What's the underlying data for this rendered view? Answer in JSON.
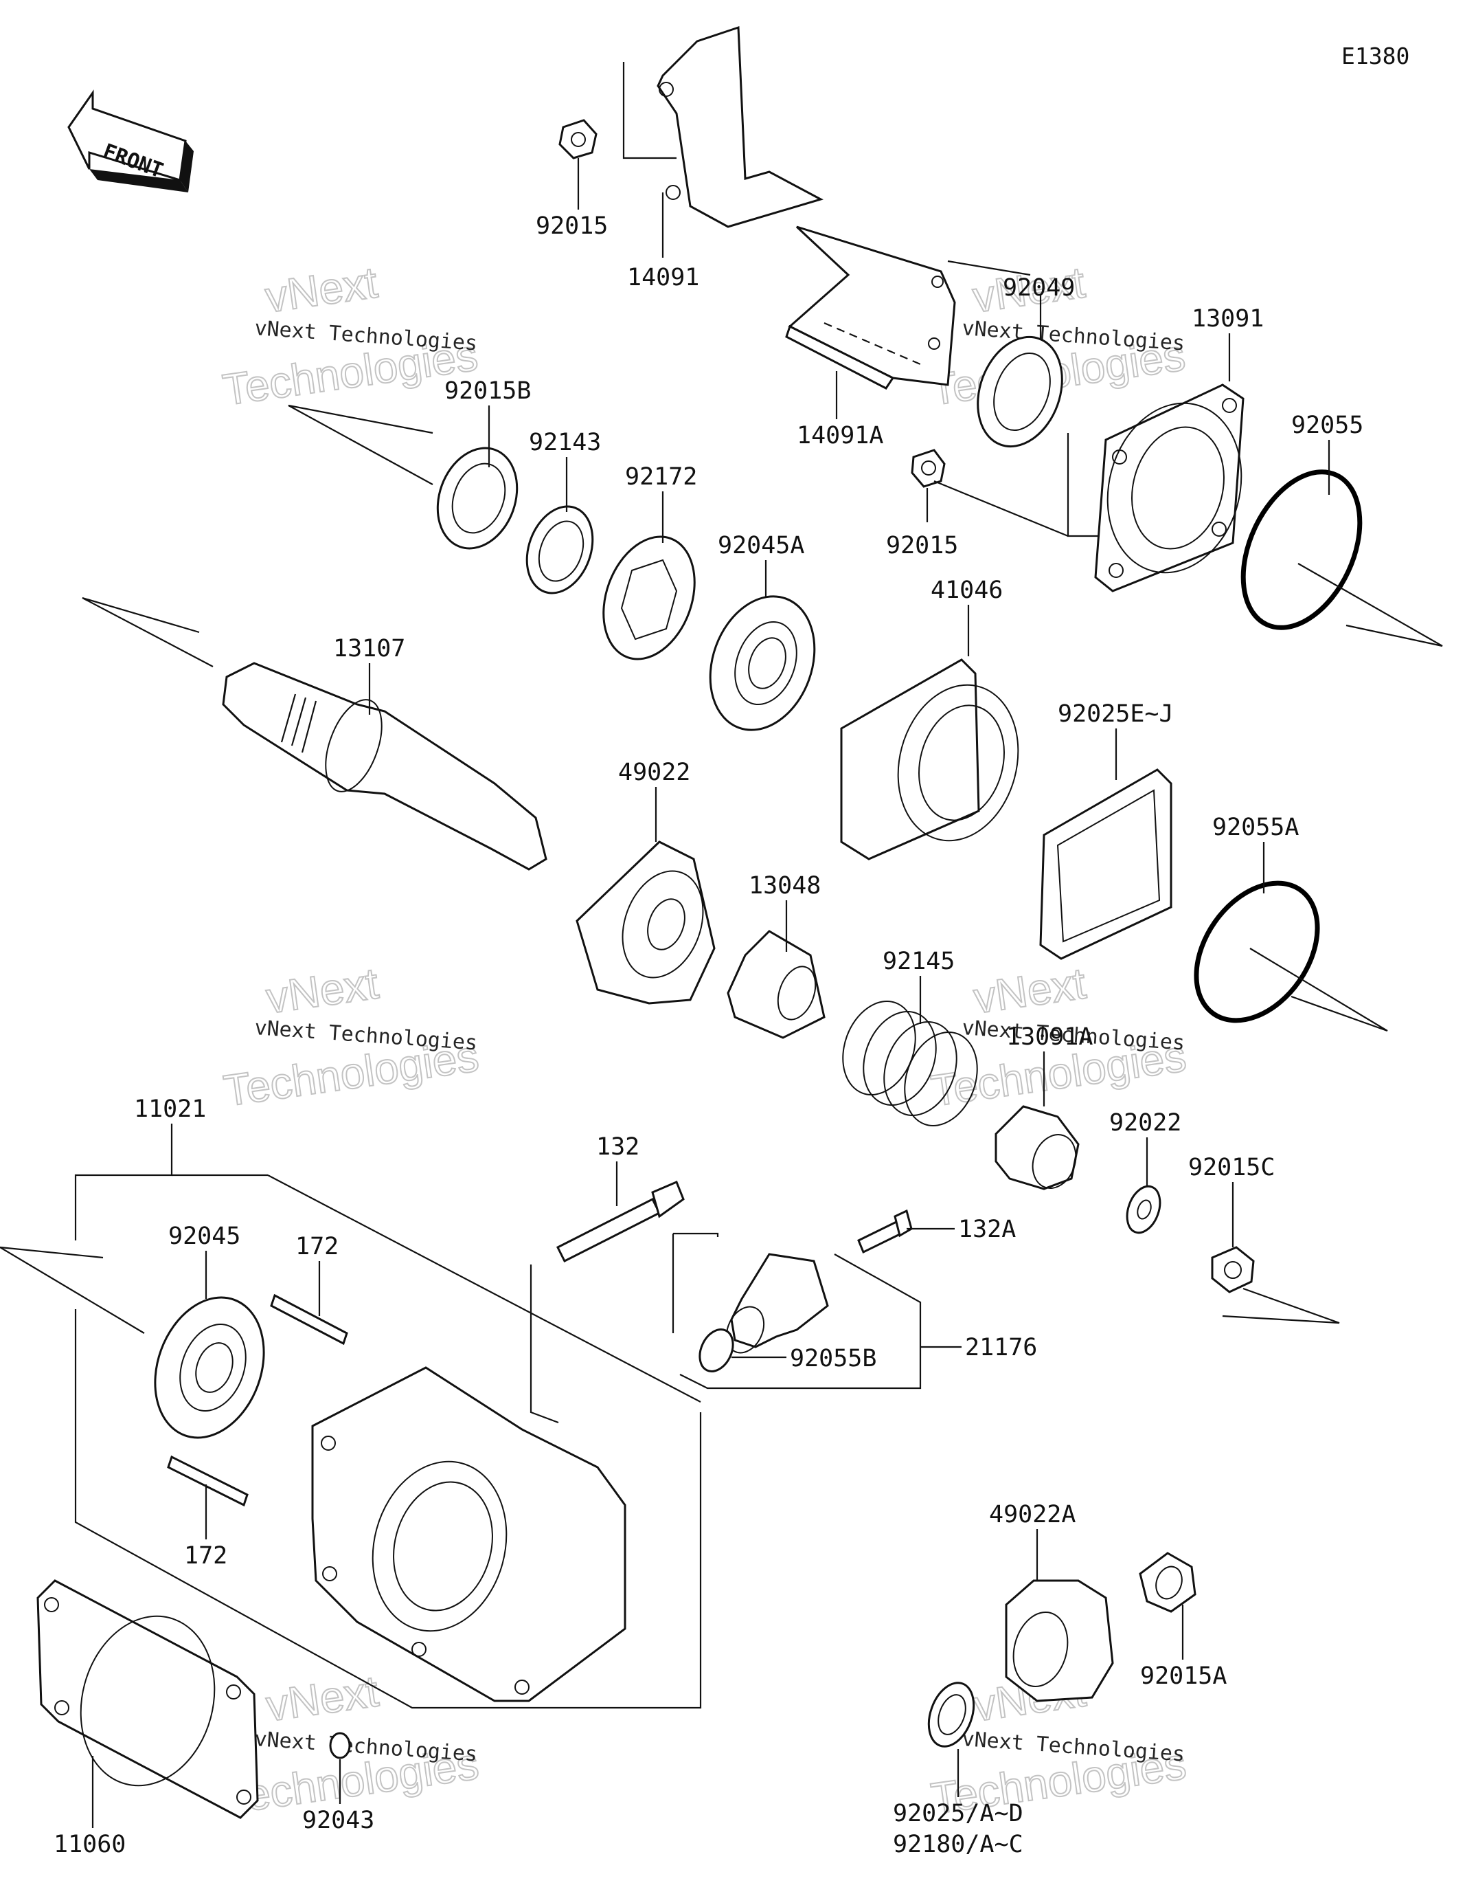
{
  "diagram_id": "E1380",
  "front_badge": "FRONT",
  "watermark": {
    "line1": "vNext Technologies",
    "line2": "vNext",
    "line3": "Technologies"
  },
  "parts": {
    "p92015_top": "92015",
    "p14091": "14091",
    "p92049": "92049",
    "p13091": "13091",
    "p92055": "92055",
    "p14091A": "14091A",
    "p92015_mid": "92015",
    "p92015B": "92015B",
    "p92143": "92143",
    "p92172": "92172",
    "p92045A": "92045A",
    "p41046": "41046",
    "p13107": "13107",
    "p92025EJ": "92025E~J",
    "p49022": "49022",
    "p92055A": "92055A",
    "p13048": "13048",
    "p92145": "92145",
    "p13091A": "13091A",
    "p92022": "92022",
    "p92015C": "92015C",
    "p11021": "11021",
    "p132": "132",
    "p132A": "132A",
    "p92045": "92045",
    "p172_top": "172",
    "p172_bottom": "172",
    "p92055B": "92055B",
    "p21176": "21176",
    "p49022A": "49022A",
    "p92015A": "92015A",
    "p11060": "11060",
    "p92043": "92043",
    "p92025AD": "92025/A~D",
    "p92180AC": "92180/A~C"
  }
}
